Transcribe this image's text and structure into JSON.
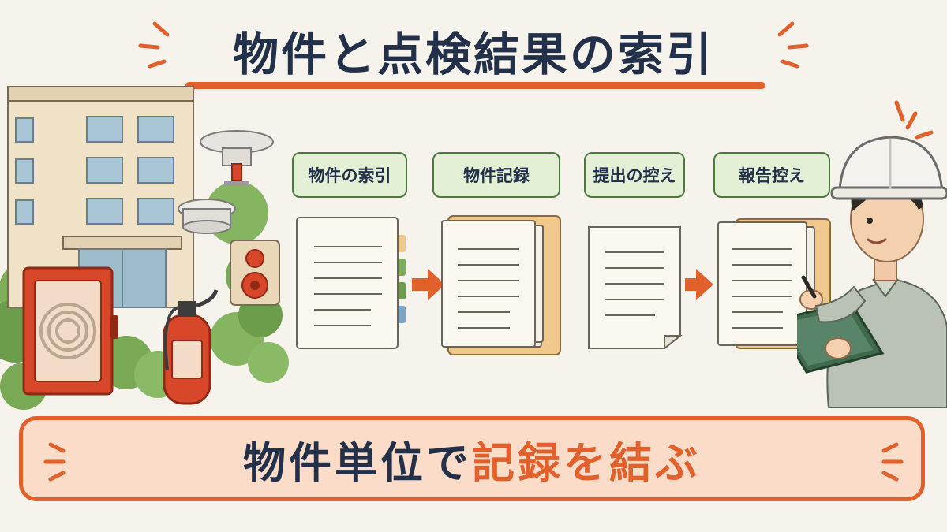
{
  "title": "物件と点検結果の索引",
  "steps": [
    {
      "label": "物件の索引"
    },
    {
      "label": "物件記録"
    },
    {
      "label": "提出の控え"
    },
    {
      "label": "報告控え"
    }
  ],
  "banner": {
    "part1": "物件単位で",
    "part2": "記録を結ぶ"
  },
  "colors": {
    "accent": "#e2602b",
    "navy": "#22304a",
    "label_fill": "#e4f0d6",
    "label_border": "#4c7a3c",
    "banner_fill": "#fbdcc8",
    "paper": "#fbf8ef",
    "folder": "#f1c88b",
    "equipment_red": "#d9472b"
  }
}
